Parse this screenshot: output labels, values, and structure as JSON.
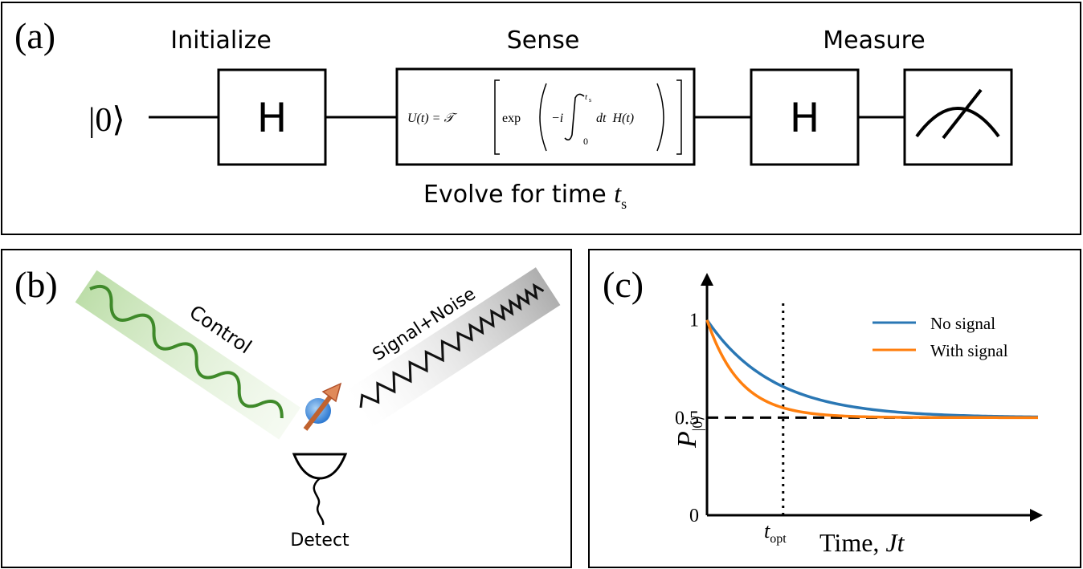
{
  "panel_a": {
    "label": "(a)",
    "stages": {
      "initialize": "Initialize",
      "sense": "Sense",
      "measure": "Measure"
    },
    "input_state": "|0⟩",
    "gate_1": "H",
    "gate_2": "H",
    "unitary": {
      "lhs": "U(t) = 𝒯",
      "exp": "exp",
      "minus_i": "−i",
      "upper_limit": "t",
      "upper_limit_sub": "s",
      "lower_limit": "0",
      "integrand": "dt  H(t)"
    },
    "evolve": {
      "text": "Evolve for time ",
      "var": "t",
      "sub": "s"
    }
  },
  "panel_b": {
    "label": "(b)",
    "control": "Control",
    "signal_noise": "Signal+Noise",
    "detect": "Detect"
  },
  "panel_c": {
    "label": "(c)",
    "xlabel": {
      "text": "Time, ",
      "var": "Jt"
    },
    "ylabel": {
      "var": "P",
      "sub": "|0⟩"
    },
    "t_opt": {
      "var": "t",
      "sub": "opt"
    },
    "legend": [
      "No signal",
      "With signal"
    ]
  },
  "chart_data": {
    "type": "line",
    "xlabel": "Time, Jt",
    "ylabel": "P|0⟩",
    "y_ticks": [
      "0",
      "0.5",
      "1"
    ],
    "ylim": [
      0,
      1.2
    ],
    "xlim": [
      0,
      1.0
    ],
    "baseline": 0.5,
    "t_opt": 0.23,
    "legend_position": "top-right",
    "series": [
      {
        "name": "No signal",
        "color": "#2a77b4",
        "decay_rate": 5.0,
        "x": [
          0,
          0.1,
          0.2,
          0.3,
          0.4,
          0.5,
          0.6,
          0.7,
          0.8,
          0.9,
          1.0
        ],
        "values": [
          1.0,
          0.8,
          0.68,
          0.61,
          0.57,
          0.54,
          0.53,
          0.52,
          0.51,
          0.51,
          0.51
        ]
      },
      {
        "name": "With signal",
        "color": "#ff7f0e",
        "decay_rate": 10.0,
        "x": [
          0,
          0.1,
          0.2,
          0.3,
          0.4,
          0.5,
          0.6,
          0.7,
          0.8,
          0.9,
          1.0
        ],
        "values": [
          1.0,
          0.68,
          0.57,
          0.52,
          0.51,
          0.5,
          0.5,
          0.5,
          0.5,
          0.5,
          0.5
        ]
      }
    ],
    "baseline_style": "dashed",
    "grid": false
  }
}
